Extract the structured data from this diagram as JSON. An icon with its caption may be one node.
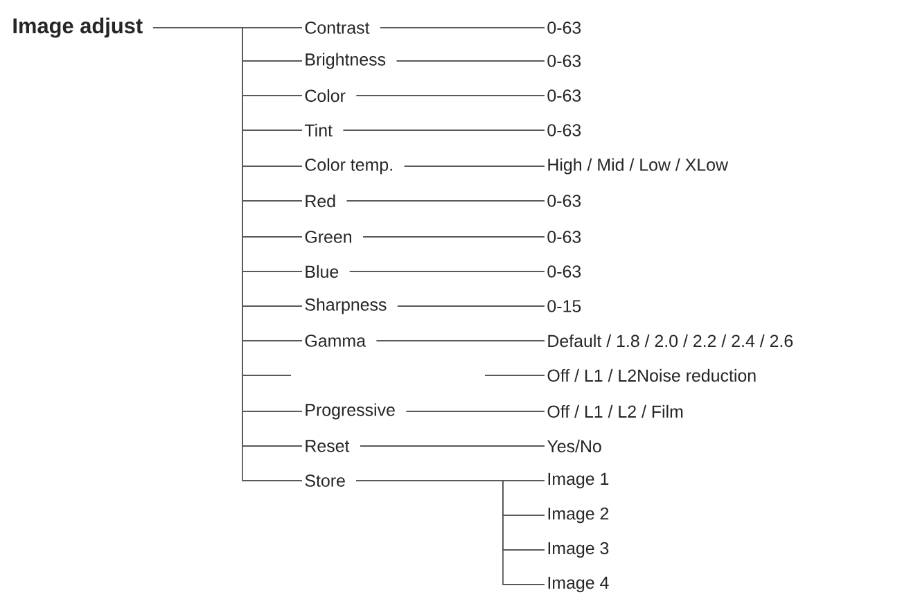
{
  "diagram": {
    "nodes": [
      {
        "text": [
          "Image adjust"
        ]
      },
      {
        "text": [
          "Contrast"
        ]
      },
      {
        "text": [
          "0-63"
        ]
      },
      {
        "text": [
          "Brightness"
        ]
      },
      {
        "text": [
          "0-63"
        ]
      },
      {
        "text": [
          "Color"
        ]
      },
      {
        "text": [
          "0-63"
        ]
      },
      {
        "text": [
          "Tint"
        ]
      },
      {
        "text": [
          "0-63"
        ]
      },
      {
        "text": [
          "Color temp."
        ]
      },
      {
        "text": [
          "High / Mid / Low / XLow"
        ]
      },
      {
        "text": [
          "Red"
        ]
      },
      {
        "text": [
          "0-63"
        ]
      },
      {
        "text": [
          "Green"
        ]
      },
      {
        "text": [
          "0-63"
        ]
      },
      {
        "text": [
          "Blue"
        ]
      },
      {
        "text": [
          "0-63"
        ]
      },
      {
        "text": [
          "Sharpness"
        ]
      },
      {
        "text": [
          "0-15"
        ]
      },
      {
        "text": [
          "Gamma"
        ]
      },
      {
        "text": [
          "Default / 1.8 / 2.0 / 2.2 / 2.4 / 2.6"
        ]
      },
      {
        "text": [
          "Off / L1 / L2Noise reduction"
        ]
      },
      {
        "text": [
          "Progressive"
        ]
      },
      {
        "text": [
          "Off / L1 / L2 / Film"
        ]
      },
      {
        "text": [
          "Reset"
        ]
      },
      {
        "text": [
          "Yes/No"
        ]
      },
      {
        "text": [
          "Store"
        ]
      },
      {
        "text": [
          "Image 1"
        ]
      },
      {
        "text": [
          "Image 2"
        ]
      },
      {
        "text": [
          "Image 3"
        ]
      },
      {
        "text": [
          "Image 4"
        ]
      }
    ],
    "edges": [
      {
        "from": 0,
        "to": 1,
        "arrow": "none"
      },
      {
        "from": 0,
        "to": 3,
        "arrow": "none"
      },
      {
        "from": 0,
        "to": 5,
        "arrow": "none"
      },
      {
        "from": 0,
        "to": 7,
        "arrow": "none"
      },
      {
        "from": 0,
        "to": 9,
        "arrow": "none"
      },
      {
        "from": 0,
        "to": 11,
        "arrow": "none"
      },
      {
        "from": 0,
        "to": 13,
        "arrow": "none"
      },
      {
        "from": 0,
        "to": 15,
        "arrow": "none"
      },
      {
        "from": 0,
        "to": 17,
        "arrow": "none"
      },
      {
        "from": 0,
        "to": 19,
        "arrow": "none"
      },
      {
        "from": 0,
        "to": null,
        "arrow": "none"
      },
      {
        "from": 0,
        "to": 22,
        "arrow": "none"
      },
      {
        "from": 0,
        "to": 24,
        "arrow": "none"
      },
      {
        "from": 0,
        "to": 26,
        "arrow": "none"
      },
      {
        "from": 1,
        "to": 2,
        "arrow": "none"
      },
      {
        "from": 3,
        "to": 4,
        "arrow": "none"
      },
      {
        "from": 5,
        "to": 6,
        "arrow": "none"
      },
      {
        "from": 7,
        "to": 8,
        "arrow": "none"
      },
      {
        "from": 9,
        "to": 10,
        "arrow": "none"
      },
      {
        "from": 11,
        "to": 12,
        "arrow": "none"
      },
      {
        "from": 13,
        "to": 14,
        "arrow": "none"
      },
      {
        "from": 15,
        "to": 16,
        "arrow": "none"
      },
      {
        "from": 17,
        "to": 18,
        "arrow": "none"
      },
      {
        "from": 19,
        "to": 20,
        "arrow": "none"
      },
      {
        "from": null,
        "to": 21,
        "arrow": "none"
      },
      {
        "from": 22,
        "to": 23,
        "arrow": "none"
      },
      {
        "from": 24,
        "to": 25,
        "arrow": "none"
      },
      {
        "from": 26,
        "to": 27,
        "arrow": "none"
      },
      {
        "from": 26,
        "to": 28,
        "arrow": "none"
      },
      {
        "from": 26,
        "to": 29,
        "arrow": "none"
      },
      {
        "from": 26,
        "to": 30,
        "arrow": "none"
      }
    ]
  }
}
